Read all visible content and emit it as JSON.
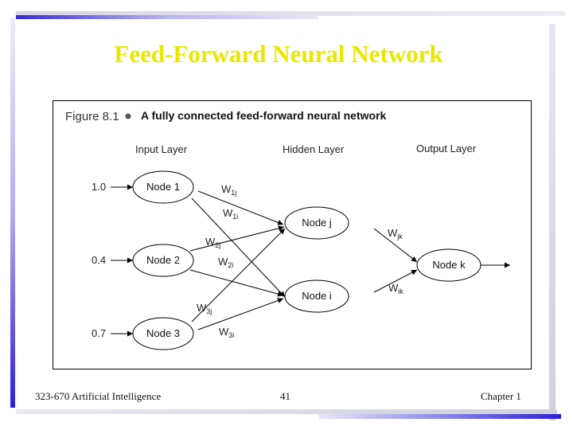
{
  "slide": {
    "title": "Feed-Forward Neural Network",
    "footer_left": "323-670 Artificial Intelligence",
    "footer_center": "41",
    "footer_right": "Chapter 1"
  },
  "figure": {
    "figure_number": "Figure 8.1",
    "caption": "A fully connected feed-forward neural network",
    "layers": {
      "input": "Input Layer",
      "hidden": "Hidden Layer",
      "output": "Output Layer"
    },
    "inputs": [
      "1.0",
      "0.4",
      "0.7"
    ],
    "nodes": {
      "node1": "Node 1",
      "node2": "Node 2",
      "node3": "Node 3",
      "nodej": "Node j",
      "nodei": "Node i",
      "nodek": "Node k"
    },
    "weights": {
      "w1j": {
        "base": "W",
        "sub": "1j"
      },
      "w1i": {
        "base": "W",
        "sub": "1i"
      },
      "w2j": {
        "base": "W",
        "sub": "2j"
      },
      "w2i": {
        "base": "W",
        "sub": "2i"
      },
      "w3j": {
        "base": "W",
        "sub": "3j"
      },
      "w3i": {
        "base": "W",
        "sub": "3i"
      },
      "wjk": {
        "base": "W",
        "sub": "jk"
      },
      "wik": {
        "base": "W",
        "sub": "ik"
      }
    }
  },
  "colors": {
    "title": "#e8e800",
    "accent_blue": "#2e1fd4"
  }
}
